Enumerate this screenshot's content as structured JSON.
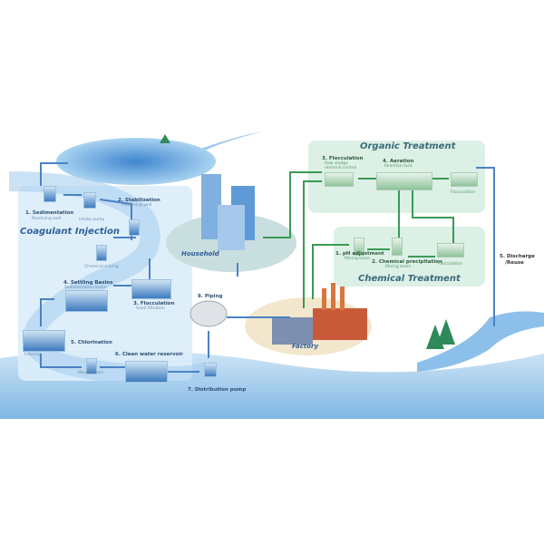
{
  "sections": {
    "coagulant": "Coagulant Injection",
    "organic": "Organic Treatment",
    "chemical": "Chemical Treatment"
  },
  "places": {
    "household": "Household",
    "factory": "Factory"
  },
  "water_steps": [
    {
      "title": "1. Sedimentation",
      "sub": "Receiving well"
    },
    {
      "title": "",
      "sub": "Intake pump"
    },
    {
      "title": "2. Stabilization",
      "sub": "Receiving well"
    },
    {
      "title": "",
      "sub": "Chemical mixing"
    },
    {
      "title": "3. Flocculation",
      "sub": "Sand filtration"
    },
    {
      "title": "4. Settling Basins",
      "sub": "Sedimentation basin"
    },
    {
      "title": "",
      "sub": "Filtering"
    },
    {
      "title": "5. Chlorination",
      "sub": "Mixing basin"
    },
    {
      "title": "6. Clean water reservoir",
      "sub": ""
    },
    {
      "title": "7. Distribution pump",
      "sub": ""
    },
    {
      "title": "8. Piping",
      "sub": ""
    }
  ],
  "organic_steps": [
    {
      "title": "3. Flocculation",
      "sub": "Raw sludge removal control"
    },
    {
      "title": "4. Aeration",
      "sub": "Reaction tank"
    },
    {
      "title": "",
      "sub": "Flocculation"
    }
  ],
  "chemical_steps": [
    {
      "title": "1. pH adjustment",
      "sub": "Mixing basin"
    },
    {
      "title": "2. Chemical precipitation",
      "sub": "Mixing basin"
    },
    {
      "title": "",
      "sub": "Flocculation"
    }
  ],
  "discharge": {
    "line1": "5. Discharge",
    "line2": "/Reuse"
  },
  "colors": {
    "blue_flow": "#4a82c6",
    "green_flow": "#3a9a55",
    "panel_blue": "#dcedf9",
    "panel_green": "#dcf0e6"
  }
}
